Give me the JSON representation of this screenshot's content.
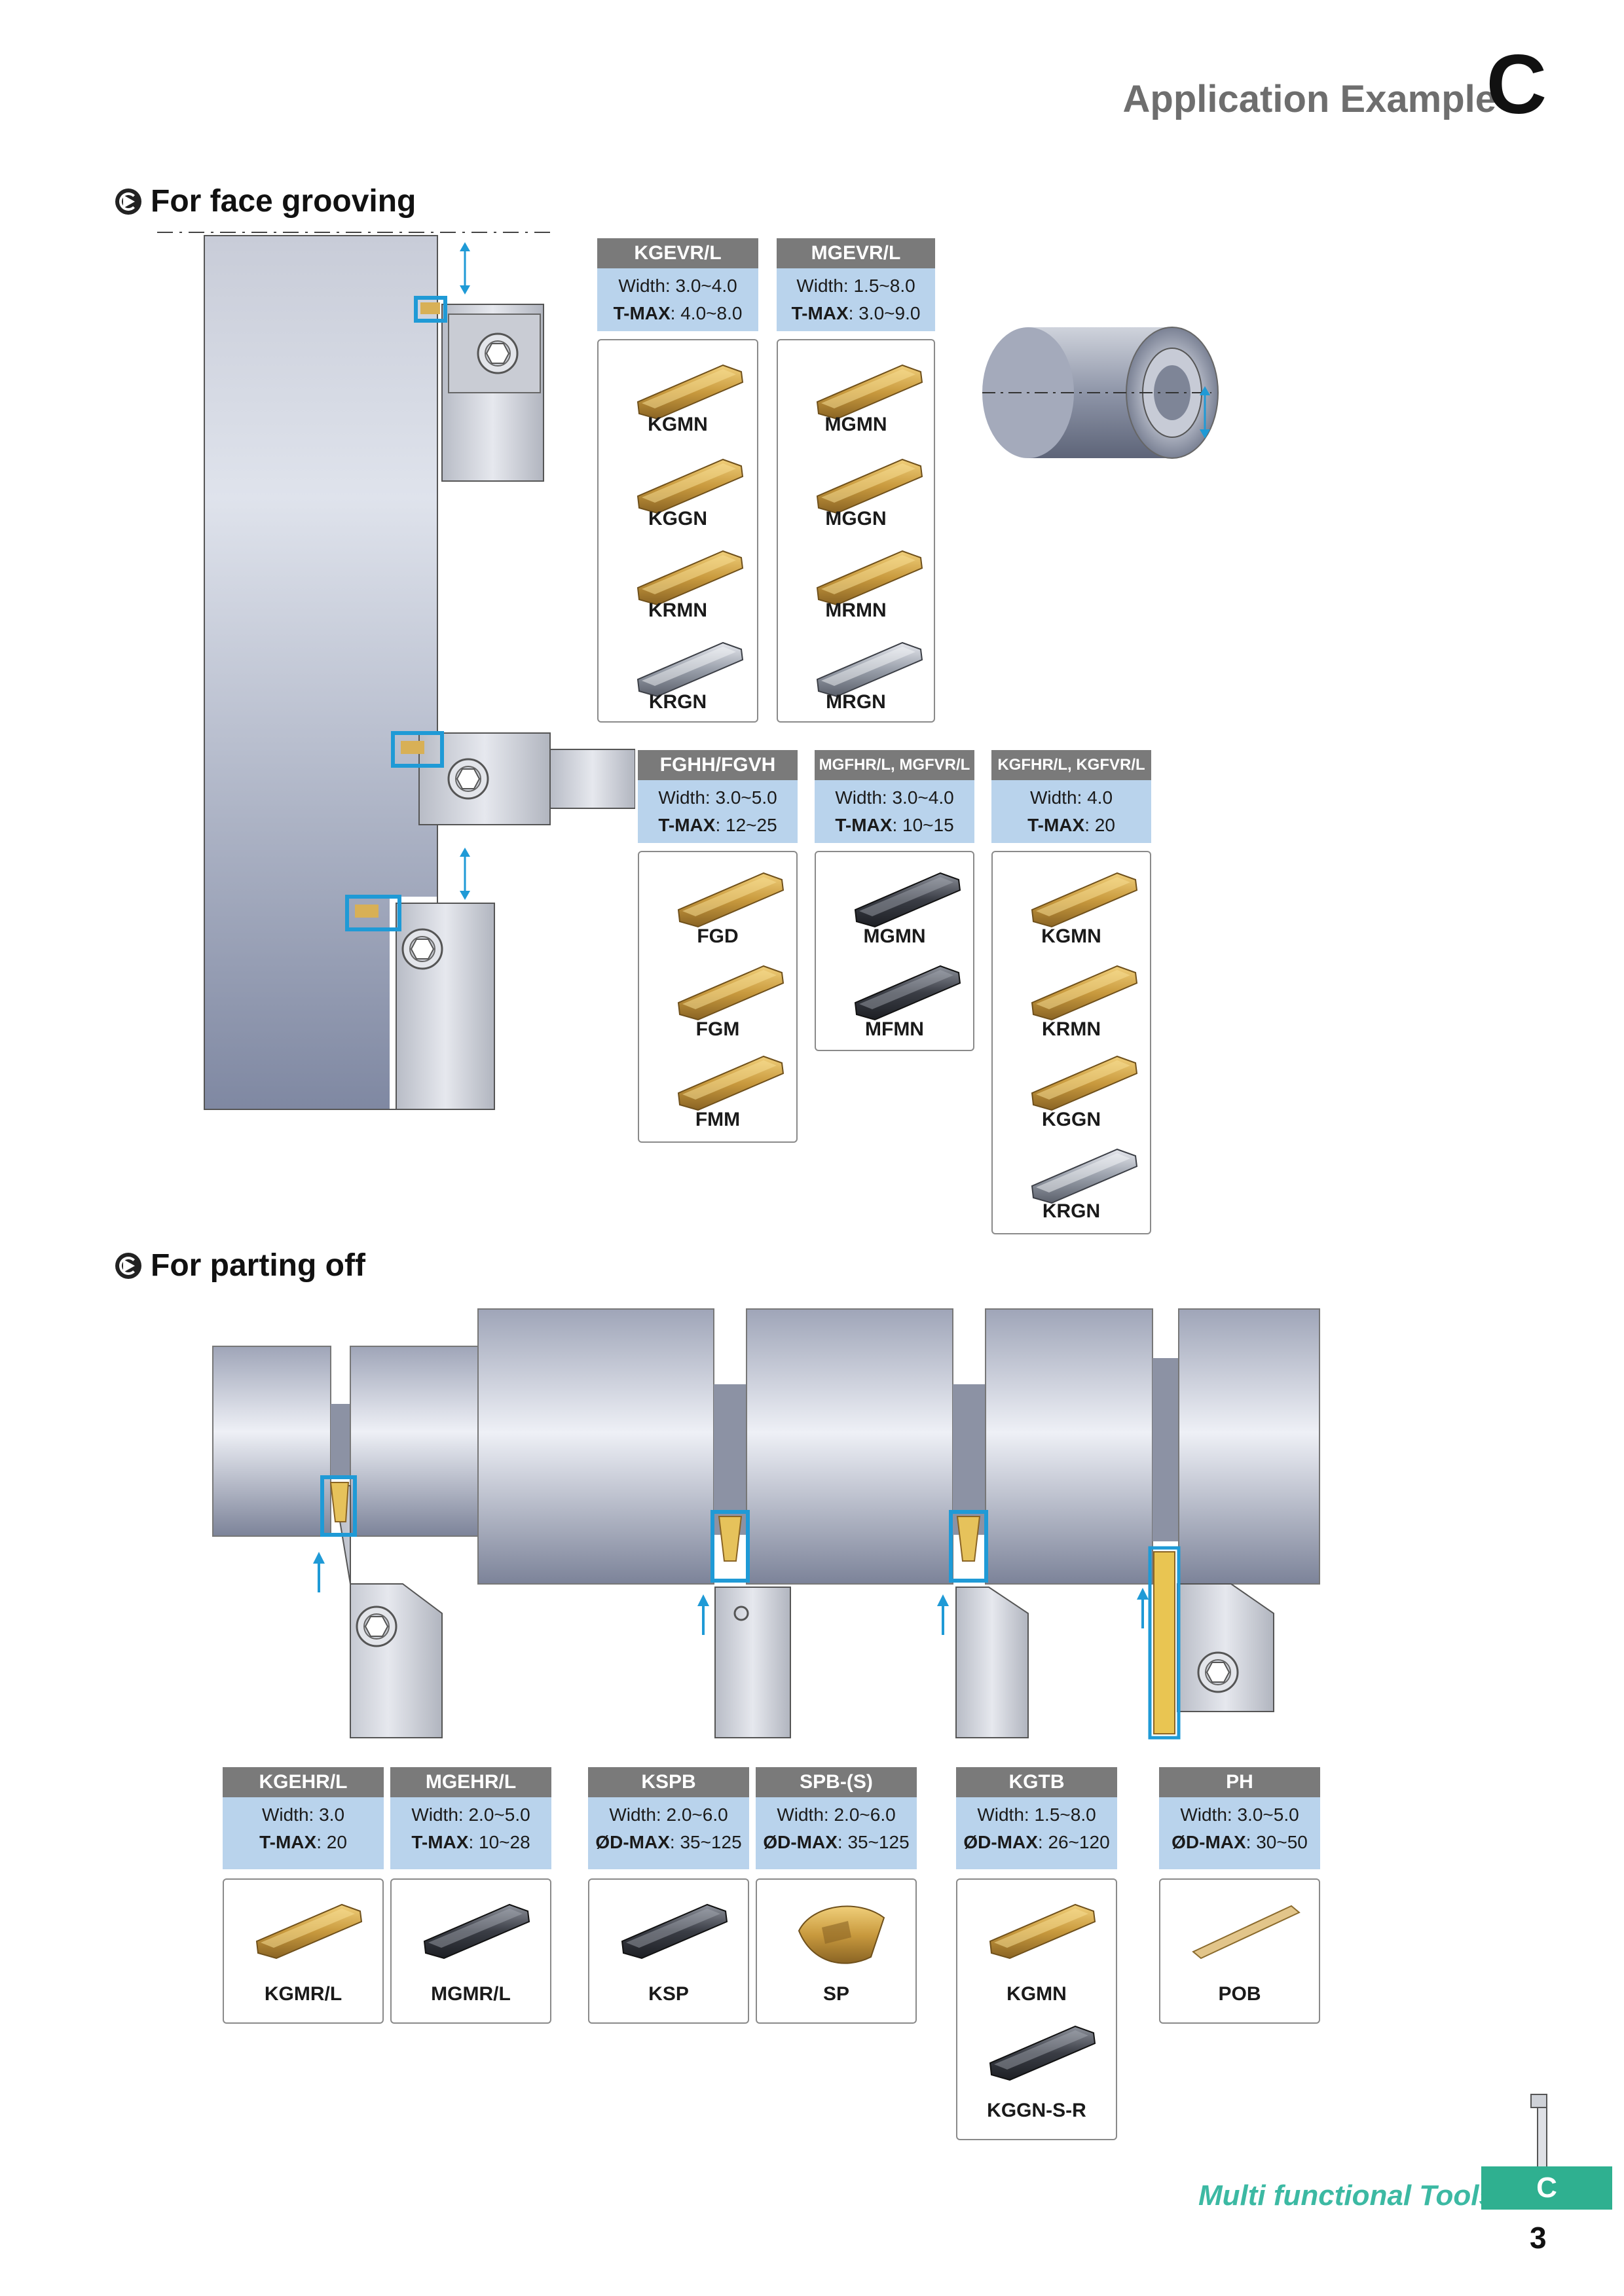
{
  "header": {
    "title": "Application Example",
    "letter": "C"
  },
  "face_grooving": {
    "title": "For face grooving",
    "groups": [
      {
        "name": "KGEVR/L",
        "width_label": "Width",
        "width": "3.0~4.0",
        "tmax_label": "T-MAX",
        "tmax": "4.0~8.0",
        "inserts": [
          "KGMN",
          "KGGN",
          "KRMN",
          "KRGN"
        ]
      },
      {
        "name": "MGEVR/L",
        "width_label": "Width",
        "width": "1.5~8.0",
        "tmax_label": "T-MAX",
        "tmax": "3.0~9.0",
        "inserts": [
          "MGMN",
          "MGGN",
          "MRMN",
          "MRGN"
        ]
      },
      {
        "name": "FGHH/FGVH",
        "width_label": "Width",
        "width": "3.0~5.0",
        "tmax_label": "T-MAX",
        "tmax": "12~25",
        "inserts": [
          "FGD",
          "FGM",
          "FMM"
        ]
      },
      {
        "name": "MGFHR/L, MGFVR/L",
        "width_label": "Width",
        "width": "3.0~4.0",
        "tmax_label": "T-MAX",
        "tmax": "10~15",
        "inserts": [
          "MGMN",
          "MFMN"
        ]
      },
      {
        "name": "KGFHR/L, KGFVR/L",
        "width_label": "Width",
        "width": "4.0",
        "tmax_label": "T-MAX",
        "tmax": "20",
        "inserts": [
          "KGMN",
          "KRMN",
          "KGGN",
          "KRGN"
        ]
      }
    ]
  },
  "parting_off": {
    "title": "For parting off",
    "groups": [
      {
        "name": "KGEHR/L",
        "width_label": "Width",
        "width": "3.0",
        "tmax_label": "T-MAX",
        "tmax": "20",
        "inserts": [
          "KGMR/L"
        ]
      },
      {
        "name": "MGEHR/L",
        "width_label": "Width",
        "width": "2.0~5.0",
        "tmax_label": "T-MAX",
        "tmax": "10~28",
        "inserts": [
          "MGMR/L"
        ]
      },
      {
        "name": "KSPB",
        "width_label": "Width",
        "width": "2.0~6.0",
        "tmax_label": "ØD-MAX",
        "tmax": "35~125",
        "inserts": [
          "KSP"
        ]
      },
      {
        "name": "SPB-(S)",
        "width_label": "Width",
        "width": "2.0~6.0",
        "tmax_label": "ØD-MAX",
        "tmax": "35~125",
        "inserts": [
          "SP"
        ]
      },
      {
        "name": "KGTB",
        "width_label": "Width",
        "width": "1.5~8.0",
        "tmax_label": "ØD-MAX",
        "tmax": "26~120",
        "inserts": [
          "KGMN",
          "KGGN-S-R"
        ]
      },
      {
        "name": "PH",
        "width_label": "Width",
        "width": "3.0~5.0",
        "tmax_label": "ØD-MAX",
        "tmax": "30~50",
        "inserts": [
          "POB"
        ]
      }
    ]
  },
  "footer": {
    "text": "Multi functional Tools",
    "tab": "C",
    "page": "3"
  },
  "colors": {
    "gold": "#c99a3e",
    "dark_insert": "#3a3d45",
    "blue": "#1f9ad6",
    "teal": "#2fb090",
    "spec_bg": "#b9d3ec",
    "head_bg": "#7a7a7a"
  }
}
